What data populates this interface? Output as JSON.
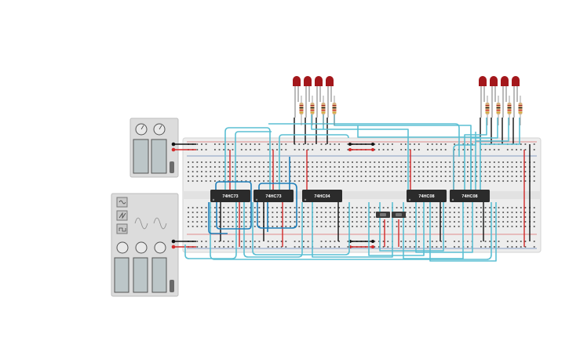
{
  "canvas": {
    "background": "#ffffff"
  },
  "chips": [
    {
      "label": "74HC73"
    },
    {
      "label": "74HC73"
    },
    {
      "label": "74HC04"
    },
    {
      "label": "74HC08"
    },
    {
      "label": "74HC08"
    }
  ],
  "led_groups": [
    {
      "count": 4,
      "color": "#a3171b"
    },
    {
      "count": 4,
      "color": "#a3171b"
    }
  ],
  "power_supply": {
    "terminal_colors": [
      "#111111",
      "#d22a2a"
    ]
  },
  "function_generator": {
    "waveforms": [
      "sine",
      "square-saw",
      "square"
    ]
  },
  "colors": {
    "wire": "#5bbfd3",
    "wire_dark": "#1f7fba",
    "power": "#d22a2a",
    "ground": "#1a1a1a",
    "breadboard": "#ededed"
  }
}
